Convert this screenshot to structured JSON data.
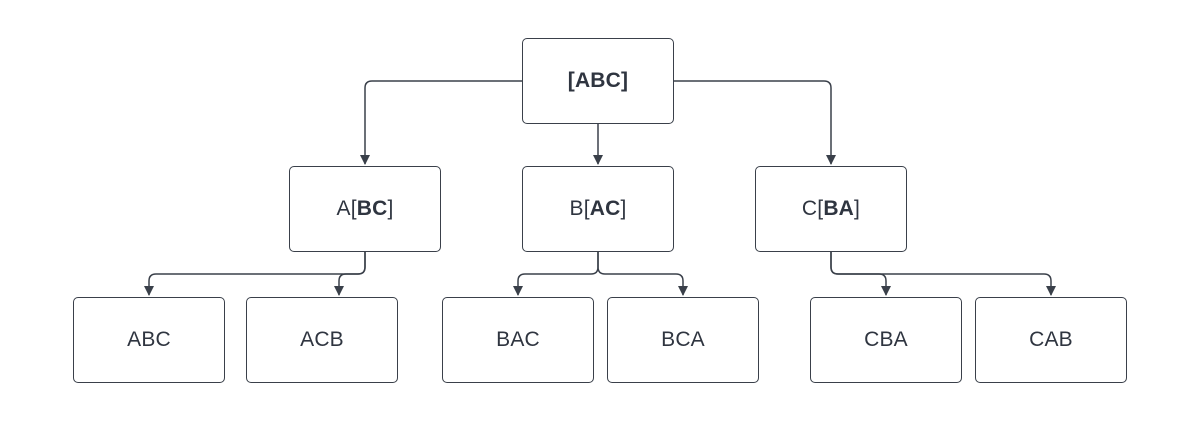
{
  "root": {
    "text": "[ABC]"
  },
  "level1": [
    {
      "prefix": "A[",
      "bold": "BC",
      "suffix": "]"
    },
    {
      "prefix": "B[",
      "bold": "AC",
      "suffix": "]"
    },
    {
      "prefix": "C[",
      "bold": "BA",
      "suffix": "]"
    }
  ],
  "leaves": [
    "ABC",
    "ACB",
    "BAC",
    "BCA",
    "CBA",
    "CAB"
  ],
  "colors": {
    "stroke": "#3a404a",
    "text": "#2f3540",
    "background": "#ffffff"
  }
}
